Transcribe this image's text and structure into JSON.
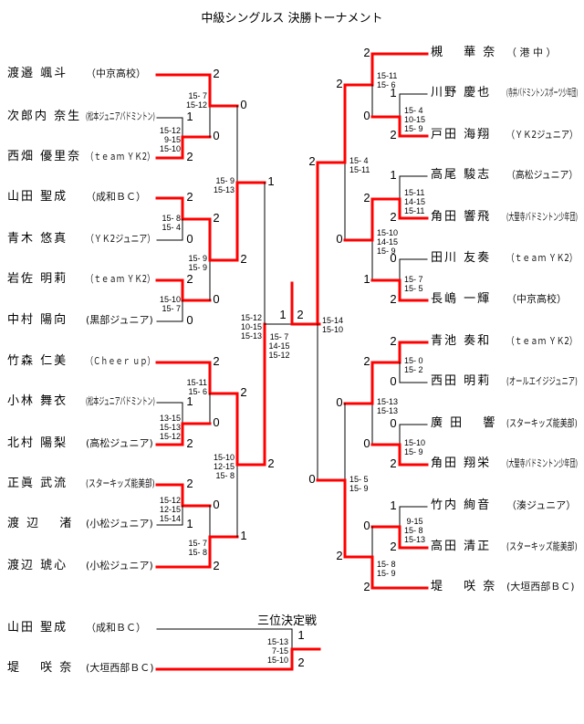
{
  "title": "中級シングルス 決勝トーナメント",
  "third_place_title": "三位決定戦",
  "colors": {
    "winner_line": "#ff0000",
    "line": "#000000"
  },
  "left_players": [
    {
      "name": "渡邉 颯斗",
      "team": "（中京高校）"
    },
    {
      "name": "次郎内 奈生",
      "team": "(松本ジュニアバドミントン)"
    },
    {
      "name": "西畑 優里奈",
      "team": "（ｔｅａｍ ＹＫ2）"
    },
    {
      "name": "山田 聖成",
      "team": "（成和ＢＣ）"
    },
    {
      "name": "青木 悠真",
      "team": "（ＹＫ2ジュニア）"
    },
    {
      "name": "岩佐 明莉",
      "team": "（ｔｅａｍ ＹＫ2）"
    },
    {
      "name": "中村 陽向",
      "team": "(黒部ジュニア)"
    },
    {
      "name": "竹森 仁美",
      "team": "（Ｃｈｅｅｒ ｕｐ）"
    },
    {
      "name": "小林 舞衣",
      "team": "(松本ジュニアバドミントン)"
    },
    {
      "name": "北村 陽梨",
      "team": "(高松ジュニア)"
    },
    {
      "name": "正眞 武流",
      "team": "(スターキッズ能美部)"
    },
    {
      "name": "渡 辺　 渚",
      "team": "(小松ジュニア)"
    },
    {
      "name": "渡辺 琥心",
      "team": "(小松ジュニア)"
    }
  ],
  "right_players": [
    {
      "name": "槻　 華 奈",
      "team": "（ 港 中 ）"
    },
    {
      "name": "川野 慶也",
      "team": "(寺井バドミントンスポーツ少年団)"
    },
    {
      "name": "戸田 海翔",
      "team": "（ＹＫ2ジュニア）"
    },
    {
      "name": "高尾 駿志",
      "team": "（高松ジュニア）"
    },
    {
      "name": "角田 響飛",
      "team": "(大聖寺バドミントン少年団)"
    },
    {
      "name": "田川 友奏",
      "team": "（ｔｅａｍ ＹＫ2）"
    },
    {
      "name": "長嶋 一輝",
      "team": "（中京高校）"
    },
    {
      "name": "青池 奏和",
      "team": "（ｔｅａｍ ＹＫ2）"
    },
    {
      "name": "西田 明莉",
      "team": "(オールエイジジュニア)"
    },
    {
      "name": "廣 田　 響",
      "team": "(スターキッズ能美部)"
    },
    {
      "name": "角田 翔栄",
      "team": "(大聖寺バドミントン少年団)"
    },
    {
      "name": "竹内 絢音",
      "team": "（湊ジュニア）"
    },
    {
      "name": "高田 清正",
      "team": "(スターキッズ能美部)"
    },
    {
      "name": "堤　 咲 奈",
      "team": "(大垣西部ＢＣ)"
    }
  ],
  "third_place_players": [
    {
      "name": "山田 聖成",
      "team": "（成和ＢＣ）"
    },
    {
      "name": "堤　 咲 奈",
      "team": "(大垣西部ＢＣ)"
    }
  ],
  "left_match_wins": [
    "2",
    "1",
    "0",
    "2",
    "0",
    "2",
    "2",
    "0",
    "2",
    "2",
    "0",
    "0",
    "1",
    "1",
    "2",
    "2",
    "1",
    "0",
    "2",
    "2",
    "2",
    "0",
    "1",
    "1",
    "2"
  ],
  "right_match_wins": [
    "2",
    "2",
    "1",
    "0",
    "2",
    "2",
    "1",
    "2",
    "2",
    "0",
    "1",
    "2",
    "0",
    "2",
    "2",
    "2",
    "0",
    "0",
    "0",
    "0",
    "2",
    "0",
    "1",
    "0",
    "2",
    "2",
    "2"
  ],
  "third_place_wins": [
    "1",
    "2"
  ],
  "left_game_scores": [
    "15- 7\n15-12",
    "15-12\n 9-15\n15-10",
    "15- 9\n15-13",
    "15- 8\n15- 4",
    "15- 9\n15- 9",
    "15-10\n15- 7",
    "15-12\n10-15\n15-13",
    "15-11\n15- 6",
    "13-15\n15-13\n15-12",
    "15-10\n12-15\n15- 8",
    "15-12\n12-15\n15-14",
    "15- 7\n15- 8"
  ],
  "final_game_scores": "15- 7\n14-15\n15-12",
  "right_game_scores": [
    "15-11\n15- 6",
    "15- 4\n10-15\n15- 9",
    "15- 4\n15-11",
    "15-11\n14-15\n15-11",
    "15-10\n14-15\n15- 9",
    "15- 7\n15- 5",
    "15-14\n15-10",
    "15- 0\n15- 2",
    "15-13\n15-13",
    "15-10\n15- 9",
    "15- 5\n15- 9",
    " 9-15\n15- 8\n15-13",
    "15- 8\n15- 9"
  ],
  "third_place_game_scores": "15-13\n 7-15\n15-10"
}
